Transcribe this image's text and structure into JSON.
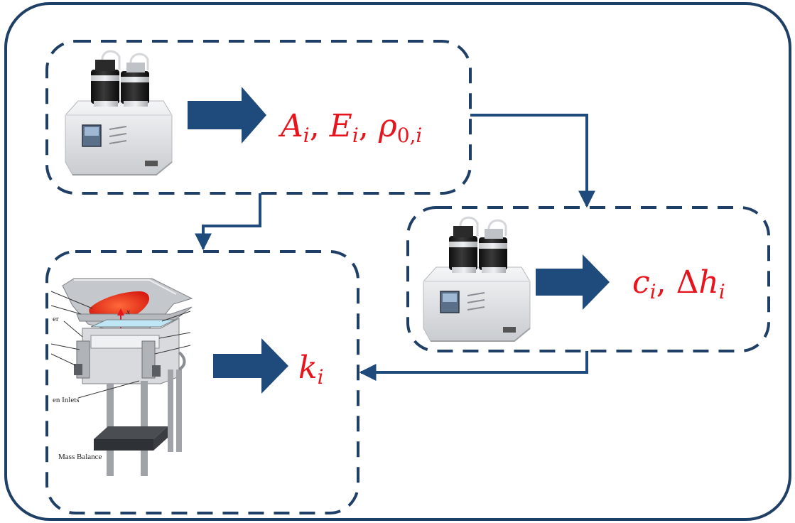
{
  "colors": {
    "frame": "#1f3f66",
    "arrow": "#1f4a7c",
    "math": "#e8141c",
    "instrument_body": "#e8eaec",
    "instrument_dark": "#1c1c1c",
    "sample_red": "#e8301c"
  },
  "boxes": {
    "top_left": {
      "icon": "thermal-analyzer-icon",
      "output": "A_i, E_i, ρ_{0,i}"
    },
    "right": {
      "icon": "thermal-analyzer-icon",
      "output": "c_i, Δh_i"
    },
    "bottom_left": {
      "icon": "fire-propagation-apparatus-icon",
      "output": "k_i",
      "labels": {
        "l1": "er",
        "l2": "en Inlets",
        "l3": "Mass Balance",
        "l4": "x"
      }
    }
  }
}
